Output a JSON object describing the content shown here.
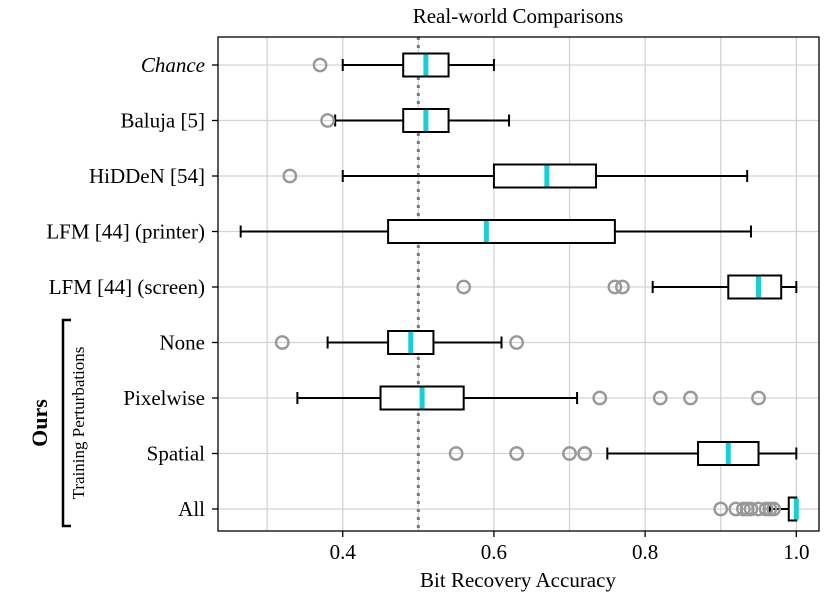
{
  "chart_data": {
    "type": "boxplot",
    "orientation": "horizontal",
    "title": "Real-world Comparisons",
    "xlabel": "Bit Recovery Accuracy",
    "xlim": [
      0.235,
      1.03
    ],
    "xticks": [
      0.4,
      0.6,
      0.8,
      1.0
    ],
    "xtick_labels": [
      "0.4",
      "0.6",
      "0.8",
      "1.0"
    ],
    "grid": true,
    "reference_line": {
      "x": 0.5,
      "style": "dotted"
    },
    "colors": {
      "median": "#18cfd6",
      "box": "#000000",
      "flier": "#999999",
      "reference": "#7a7a7a",
      "grid": "#d3d3d3"
    },
    "group_bracket": {
      "label": "Ours",
      "sublabel": "Training Perturbations"
    },
    "categories": [
      {
        "label": "Chance",
        "italic": true,
        "whisker_low": 0.4,
        "q1": 0.48,
        "median": 0.51,
        "q3": 0.54,
        "whisker_high": 0.6,
        "outliers": [
          0.37
        ]
      },
      {
        "label": "Baluja [5]",
        "italic": false,
        "whisker_low": 0.39,
        "q1": 0.48,
        "median": 0.51,
        "q3": 0.54,
        "whisker_high": 0.62,
        "outliers": [
          0.38
        ]
      },
      {
        "label": "HiDDeN [54]",
        "italic": false,
        "whisker_low": 0.4,
        "q1": 0.6,
        "median": 0.67,
        "q3": 0.735,
        "whisker_high": 0.935,
        "outliers": [
          0.33
        ]
      },
      {
        "label": "LFM [44] (printer)",
        "italic": false,
        "whisker_low": 0.265,
        "q1": 0.46,
        "median": 0.59,
        "q3": 0.76,
        "whisker_high": 0.94,
        "outliers": []
      },
      {
        "label": "LFM [44] (screen)",
        "italic": false,
        "whisker_low": 0.81,
        "q1": 0.91,
        "median": 0.95,
        "q3": 0.98,
        "whisker_high": 1.0,
        "outliers": [
          0.56,
          0.76,
          0.77
        ]
      },
      {
        "label": "None",
        "italic": false,
        "whisker_low": 0.38,
        "q1": 0.46,
        "median": 0.49,
        "q3": 0.52,
        "whisker_high": 0.61,
        "outliers": [
          0.32,
          0.63
        ]
      },
      {
        "label": "Pixelwise",
        "italic": false,
        "whisker_low": 0.34,
        "q1": 0.45,
        "median": 0.505,
        "q3": 0.56,
        "whisker_high": 0.71,
        "outliers": [
          0.74,
          0.82,
          0.86,
          0.95
        ]
      },
      {
        "label": "Spatial",
        "italic": false,
        "whisker_low": 0.75,
        "q1": 0.87,
        "median": 0.91,
        "q3": 0.95,
        "whisker_high": 1.0,
        "outliers": [
          0.55,
          0.63,
          0.7,
          0.72,
          0.72
        ]
      },
      {
        "label": "All",
        "italic": false,
        "whisker_low": 0.965,
        "q1": 0.99,
        "median": 1.0,
        "q3": 1.0,
        "whisker_high": 1.0,
        "outliers": [
          0.9,
          0.92,
          0.93,
          0.935,
          0.94,
          0.95,
          0.96,
          0.965,
          0.97
        ]
      }
    ]
  }
}
